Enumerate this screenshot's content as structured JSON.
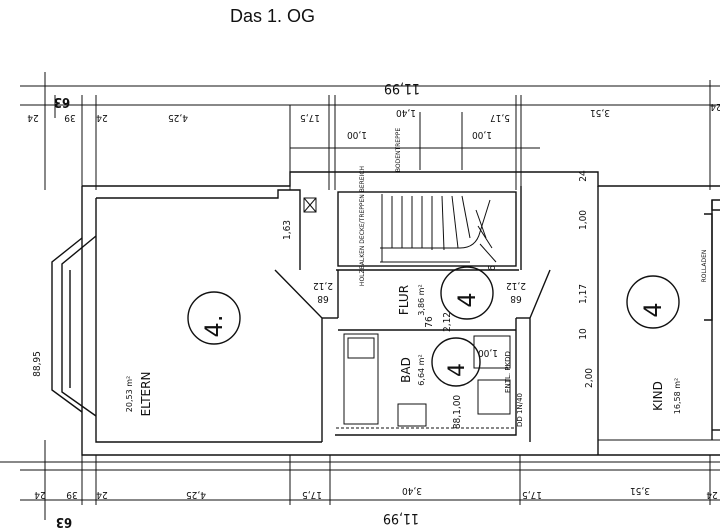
{
  "title": "Das 1. OG",
  "dimensions": {
    "top_total": "11,99",
    "top_left": "63",
    "top_segments": [
      "24",
      "39",
      "24",
      "4,25",
      "17,5",
      "1,40",
      "5,17",
      "3,51",
      "24"
    ],
    "top_door_widths": [
      "1,00",
      "1,00"
    ],
    "bottom_total": "11,99",
    "bottom_left": "63",
    "bottom_segments": [
      "24",
      "39",
      "24",
      "4,25",
      "17,5",
      "3,40",
      "17,5",
      "3,51",
      "24"
    ],
    "hall_opening_left": "2,12",
    "hall_opening_left_sub": "68",
    "hall_opening_right": "2,12",
    "hall_opening_right_sub": "68",
    "stair_height": "1,63",
    "bath_top": "76",
    "bath_top2": "2,12",
    "bath_door": "1,00",
    "right_1": "1,00",
    "right_2": "1,17",
    "right_3": "2,00",
    "right_4": "24",
    "right_small": "10",
    "bay": "88,95",
    "bath_bottom": "88,1,00",
    "stair_small": "6"
  },
  "rooms": {
    "eltern": {
      "name": "ELTERN",
      "area": "20,53 m²",
      "number": "4."
    },
    "flur": {
      "name": "FLUR",
      "area": "3,86 m²",
      "number": "4"
    },
    "bad": {
      "name": "BAD",
      "area": "6,64 m²",
      "number": "4"
    },
    "kind": {
      "name": "KIND",
      "area": "16,58 m²",
      "number": "4"
    }
  },
  "annotations": {
    "stair_note": "HOLZBALKEN DECKE/TREPPEN BEREICH",
    "stair_note2": "BODENTREPPE",
    "rollladen": "ROLLADEN",
    "vent": "ENTL. PKDD",
    "vent2": "DD 1N/40"
  }
}
